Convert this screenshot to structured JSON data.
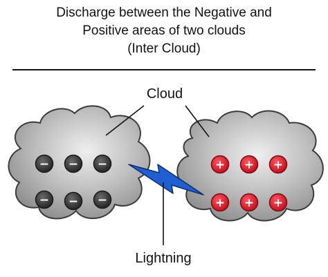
{
  "title_lines": [
    "Discharge between the Negative and",
    "Positive areas of two clouds",
    "(Inter Cloud)"
  ],
  "labels": {
    "cloud": "Cloud",
    "lightning": "Lightning"
  },
  "left_cloud": {
    "charge_symbol": "−",
    "charge_count": 6,
    "charge_color": "#3a3a3a"
  },
  "right_cloud": {
    "charge_symbol": "+",
    "charge_count": 6,
    "charge_color": "#e01f2d"
  },
  "colors": {
    "cloud_fill": "#a8a8a8",
    "cloud_highlight": "#ececec",
    "lightning": "#1f5fd1"
  }
}
